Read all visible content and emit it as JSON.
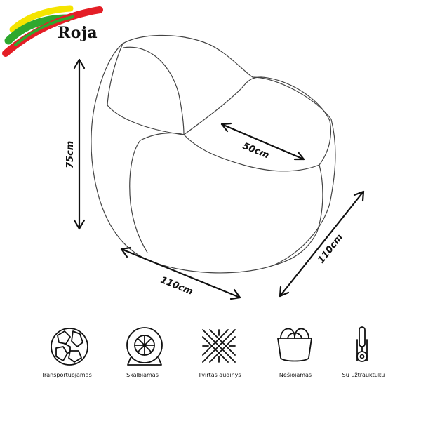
{
  "brand": {
    "name": "Roja",
    "flag_colors": [
      "#f5e400",
      "#2ea82e",
      "#e41e26"
    ]
  },
  "dimensions": {
    "height_label": "75cm",
    "seat_depth_label": "50cm",
    "width_label": "110cm",
    "depth_label": "110cm"
  },
  "features": [
    {
      "label": "Transportuojamas",
      "icon": "globe-icon"
    },
    {
      "label": "Skalbiamas",
      "icon": "washing-machine-icon"
    },
    {
      "label": "Tvirtas audinys",
      "icon": "woven-fabric-icon"
    },
    {
      "label": "Nešiojamas",
      "icon": "bag-icon"
    },
    {
      "label": "Su užtrauktuku",
      "icon": "zipper-icon"
    }
  ]
}
